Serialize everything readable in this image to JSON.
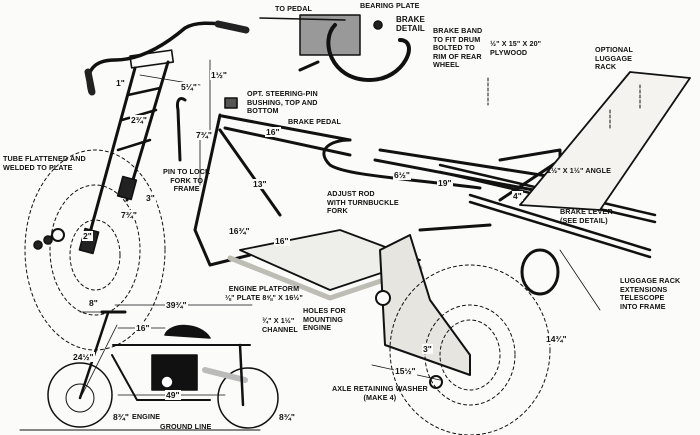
{
  "title": "Minibike construction diagram",
  "labels": {
    "to_pedal": "TO PEDAL",
    "bearing_plate": "BEARING PLATE",
    "brake_detail": "BRAKE\nDETAIL",
    "brake_band": "BRAKE BAND\nTO FIT DRUM\nBOLTED TO\nRIM OF REAR\nWHEEL",
    "plywood": "½\" x 15\" x 20\"\nPLYWOOD",
    "luggage_rack": "OPTIONAL\nLUGGAGE\nRACK",
    "steering_pin": "OPT. STEERING-PIN\nBUSHING, TOP AND\nBOTTOM",
    "brake_pedal": "BRAKE PEDAL",
    "tube_flattened": "TUBE FLATTENED AND\nWELDED TO PLATE",
    "pin_lock": "PIN TO LOCK\nFORK TO\nFRAME",
    "adjust_rod": "ADJUST ROD\nWITH TURNBUCKLE\nFORK",
    "angle": "1½\" x 1½\" ANGLE",
    "brake_lever": "BRAKE LEVER\n(SEE DETAIL)",
    "luggage_ext": "LUGGAGE RACK\nEXTENSIONS\nTELESCOPE\nINTO FRAME",
    "engine_platform": "ENGINE PLATFORM\n⅛\" PLATE  8⅝\" x 16½\"",
    "channel": "¾\" x 1½\"\nCHANNEL",
    "holes": "HOLES FOR\nMOUNTING\nENGINE",
    "axle_washer": "AXLE RETAINING WASHER\n(MAKE 4)",
    "engine": "ENGINE",
    "ground_line": "GROUND LINE"
  },
  "dimensions": {
    "d1in": "1\"",
    "d1_5": "1½\"",
    "d5_25": "5¼\"",
    "d2_75": "2¾\"",
    "d7_75a": "7¾\"",
    "d16top": "16\"",
    "d3fork": "3\"",
    "d7_75b": "7¾\"",
    "d2": "2\"",
    "d13": "13\"",
    "d6_5": "6½\"",
    "d19": "19\"",
    "d16_75": "16¾\"",
    "d16plat": "16\"",
    "d4": "4\"",
    "d15_5": "15½\"",
    "d3rear": "3\"",
    "d14_75": "14¾\"",
    "d8": "8\"",
    "d39_75": "39¾\"",
    "d16side": "16\"",
    "d24_5": "24½\"",
    "d49": "49\"",
    "d8_75a": "8¾\"",
    "d8_75b": "8¾\""
  },
  "colors": {
    "ink": "#111111",
    "paper": "#fbfbf9",
    "tone": "#bdbdb5"
  }
}
